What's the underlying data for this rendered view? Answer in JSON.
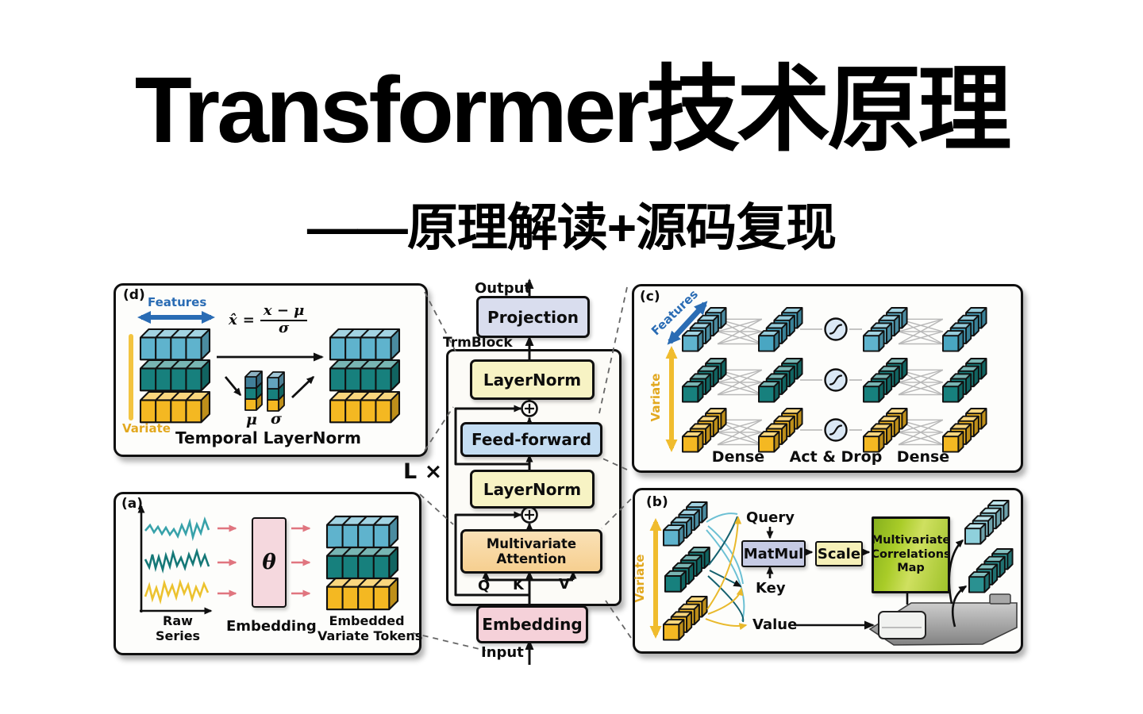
{
  "title": "Transformer技术原理",
  "subtitle": "——原理解读+源码复现",
  "colors": {
    "cube_blue": "#5fb3cd",
    "cube_teal": "#17807d",
    "cube_yellow": "#f4b822",
    "features_blue": "#2a6cb4",
    "variate_yellow": "#f0bc2e",
    "projection_fill": "#d9ddee",
    "layernorm_fill": "#f7f3c4",
    "feedforward_fill": "#c4ddf2",
    "attention_fill": "#f8d8a4",
    "embedding_fill": "#f5d1d9",
    "matmul_fill": "#c6cbe4",
    "scale_fill": "#f6f0b8",
    "map_green": "#a8cc28"
  },
  "center": {
    "output": "Output",
    "projection": "Projection",
    "trmblock": "TrmBlock",
    "layernorm1": "LayerNorm",
    "feedforward": "Feed-forward",
    "layernorm2": "LayerNorm",
    "attention_line1": "Multivariate",
    "attention_line2": "Attention",
    "q": "Q",
    "k": "K",
    "v": "V",
    "embedding": "Embedding",
    "input": "Input",
    "loop": "L ×"
  },
  "panel_d": {
    "tag": "(d)",
    "features": "Features",
    "variate": "Variate",
    "xhat": "x̂",
    "eq": "=",
    "numerator": "x − μ",
    "denominator": "σ",
    "mu": "μ",
    "sigma": "σ",
    "caption": "Temporal LayerNorm"
  },
  "panel_a": {
    "tag": "(a)",
    "theta": "θ",
    "raw_line1": "Raw",
    "raw_line2": "Series",
    "embedding": "Embedding",
    "tokens_line1": "Embedded",
    "tokens_line2": "Variate Tokens"
  },
  "panel_c": {
    "tag": "(c)",
    "features": "Features",
    "variate": "Variate",
    "dense1": "Dense",
    "actdrop": "Act & Drop",
    "dense2": "Dense"
  },
  "panel_b": {
    "tag": "(b)",
    "variate": "Variate",
    "query": "Query",
    "key": "Key",
    "value": "Value",
    "matmul": "MatMul",
    "scale": "Scale",
    "map_line1": "Multivariate",
    "map_line2": "Correlations",
    "map_line3": "Map"
  }
}
